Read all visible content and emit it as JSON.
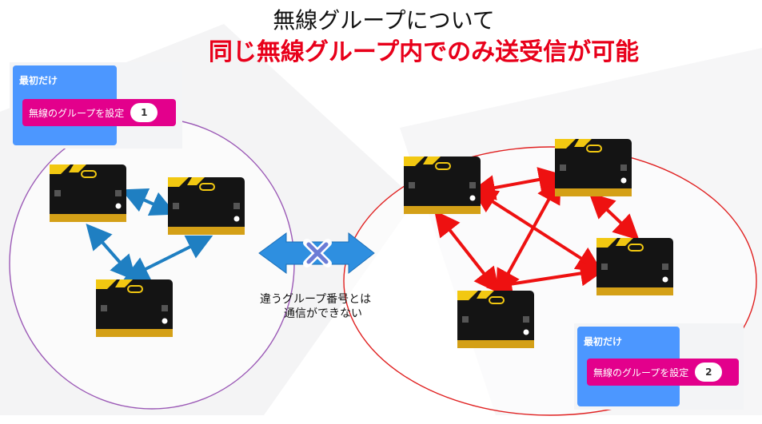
{
  "title": "無線グループについて",
  "subtitle": "同じ無線グループ内でのみ送受信が可能",
  "left_code": {
    "event_label": "最初だけ",
    "block_label": "無線のグループを設定",
    "group_value": "1"
  },
  "right_code": {
    "event_label": "最初だけ",
    "block_label": "無線のグループを設定",
    "group_value": "2"
  },
  "note_line1": "違うグループ番号とは",
  "note_line2": "通信ができない",
  "colors": {
    "left_group_arrow": "#1f7fc2",
    "right_group_arrow": "#ee1111",
    "left_circle": "#9b59b6",
    "right_circle": "#e02020",
    "blocked_arrow": "#2e8fe0",
    "block_x": "#6b7cd6"
  },
  "icons": [
    "microbit-board",
    "double-arrow",
    "cross-mark"
  ]
}
